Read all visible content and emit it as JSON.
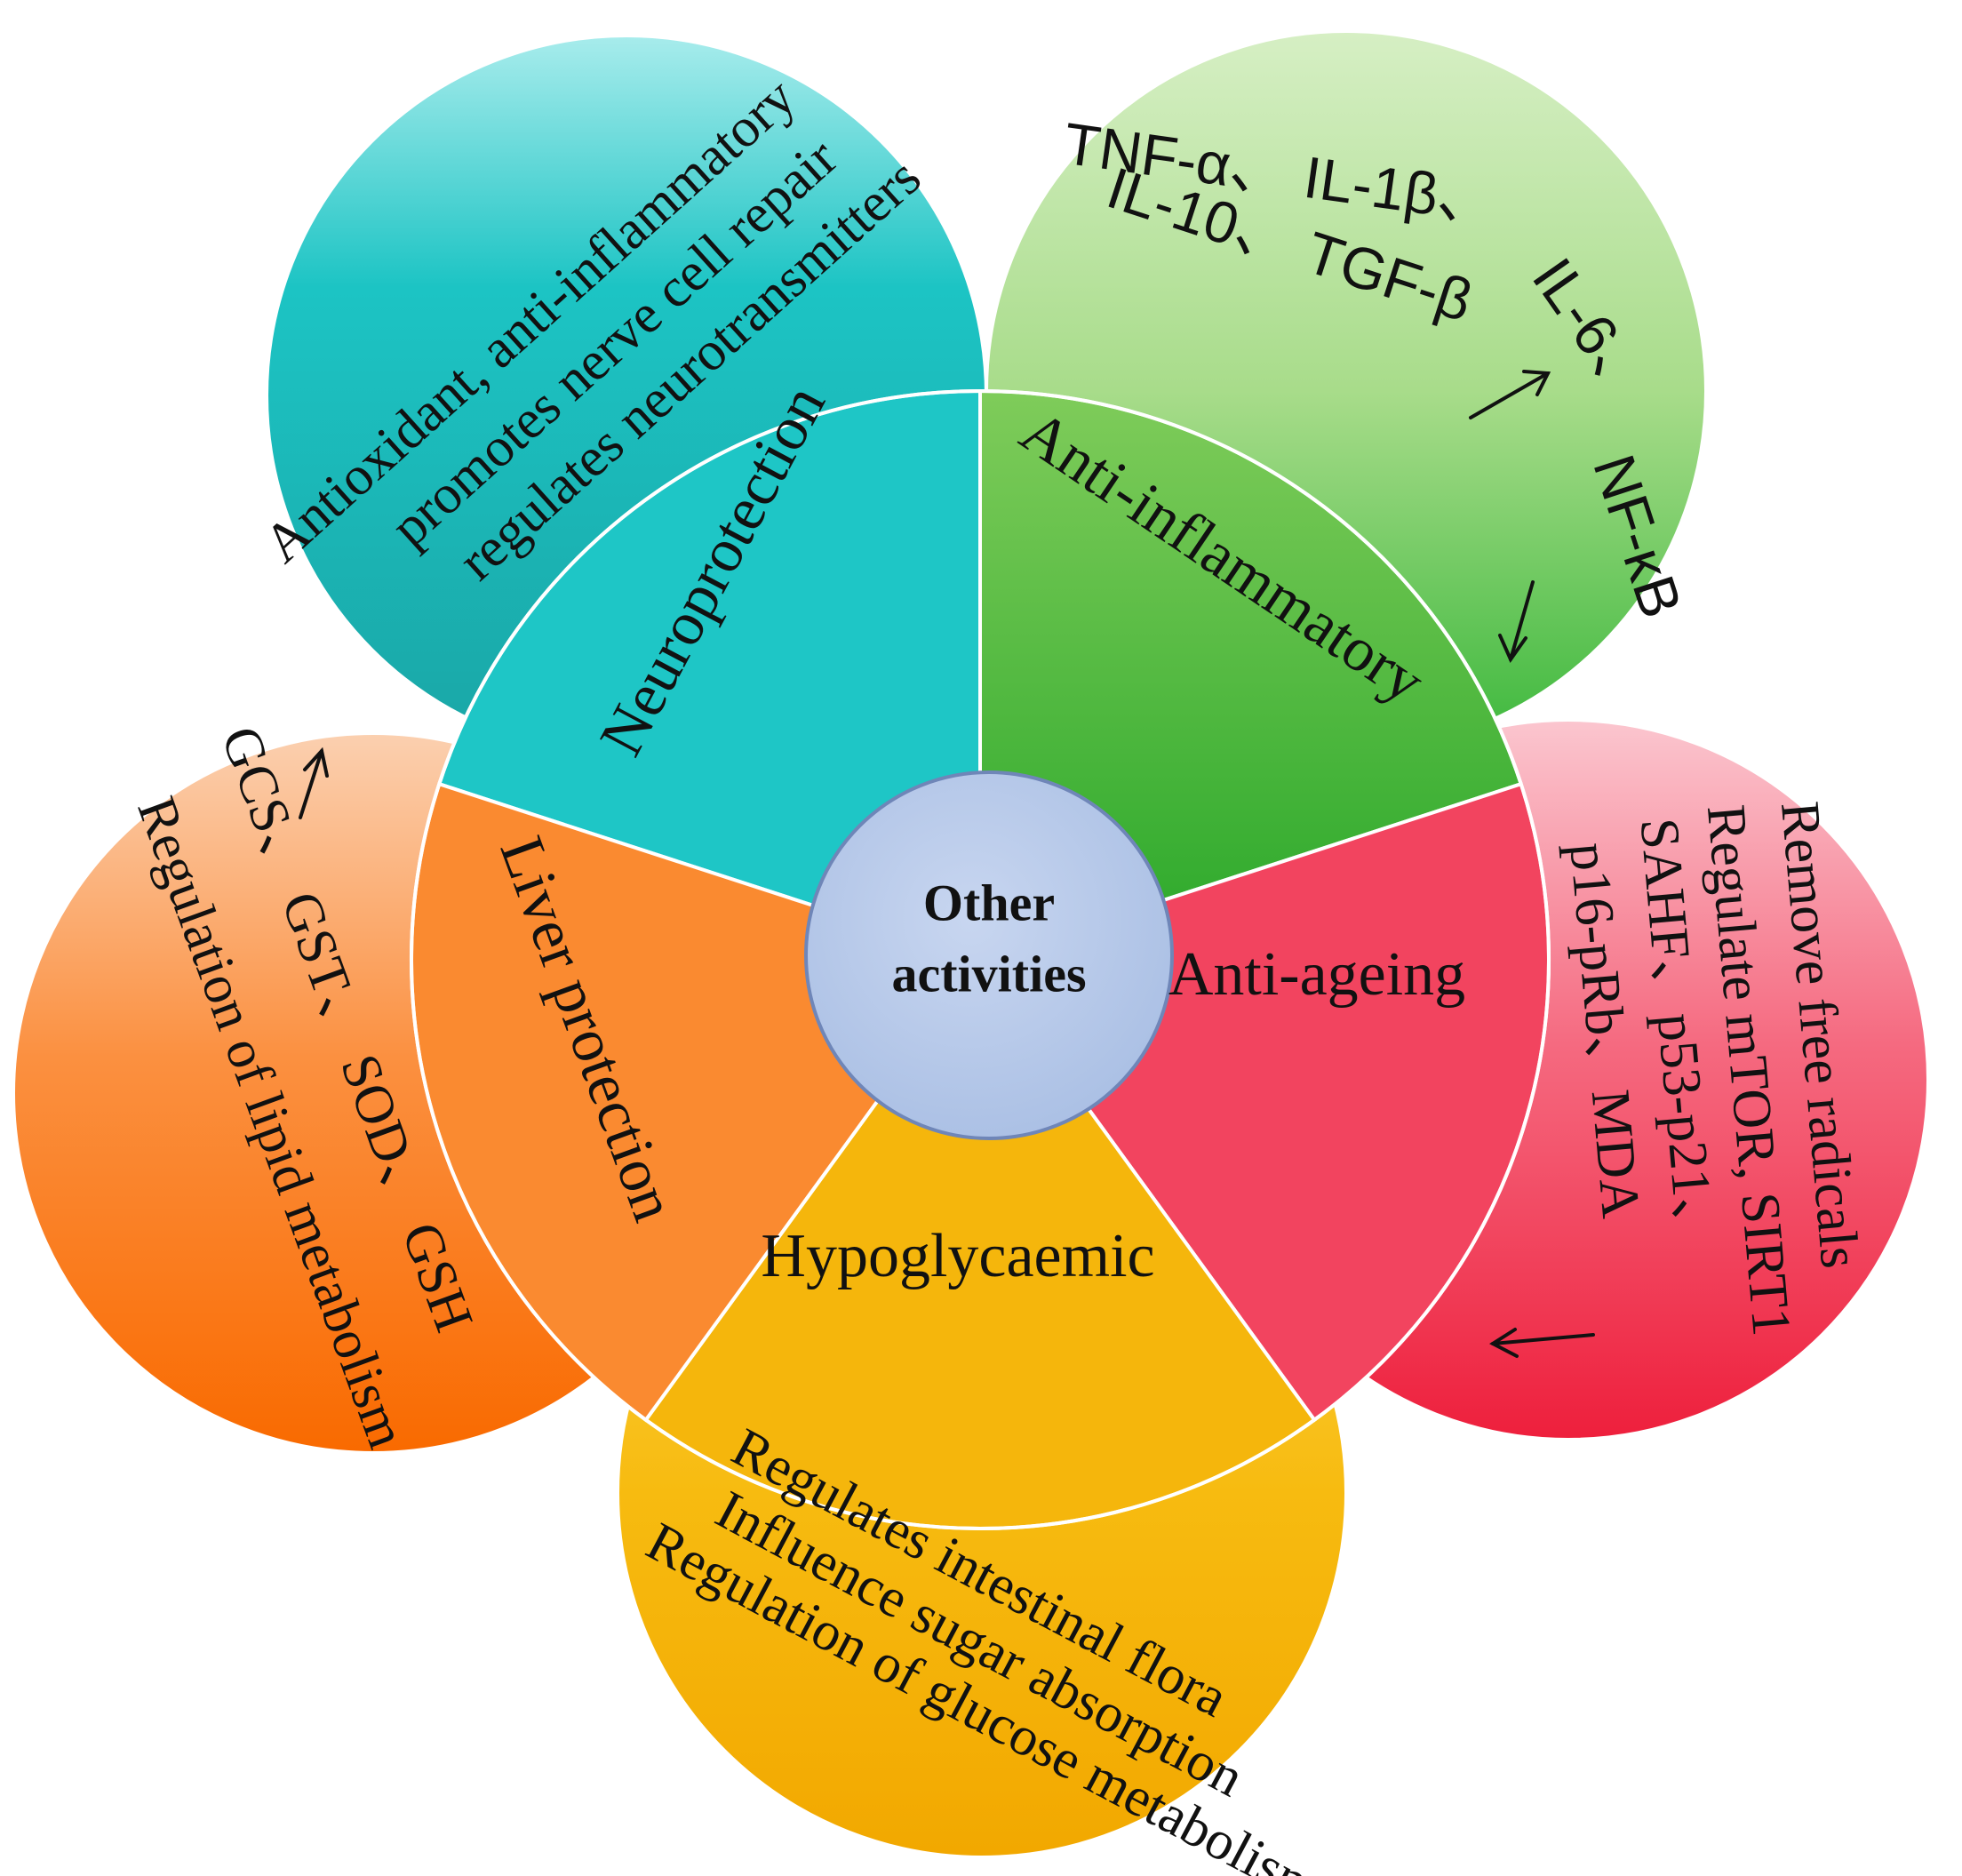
{
  "center": {
    "title_line1": "Other",
    "title_line2": "activities",
    "color": "#b4c6e6"
  },
  "petals": {
    "neuroprotection": {
      "label": "Neuroprotection",
      "details": [
        "Antioxidant, anti-inflammatory",
        "promotes nerve cell repair",
        "regulates neurotransmitters"
      ],
      "color_light": "#a8ecec",
      "color_dark": "#1aa6a6"
    },
    "anti_inflammatory": {
      "label": "Anti-inflammatory",
      "line1": "TNF-α、 IL-1β、",
      "line2": "IL-10、 TGF-β",
      "il6": "IL-6、",
      "nfkb": "NF-κB",
      "color_light": "#d6efc4",
      "color_dark": "#3cb83c"
    },
    "anti_ageing": {
      "label": "Anti-ageing",
      "details": [
        "Remove free radicals",
        "Regulate mTOR, SIRT1",
        "SAHF、p53-p21、",
        "p16-pRb、MDA"
      ],
      "color_light": "#fbc6cf",
      "color_dark": "#ee1f3c"
    },
    "hypoglycaemic": {
      "label": "Hypoglycaemic",
      "details": [
        "Regulates intestinal flora",
        "Influence sugar absorption",
        "Regulation of glucose metabolism"
      ],
      "color_light": "#fde29a",
      "color_dark": "#f2a800"
    },
    "liver_protection": {
      "label": "Liver protection",
      "details": [
        "Regulation of lipid metabolism",
        "GCS、 GST、 SOD、 GSH"
      ],
      "color_light": "#fbd0b0",
      "color_dark": "#f96a00"
    }
  }
}
